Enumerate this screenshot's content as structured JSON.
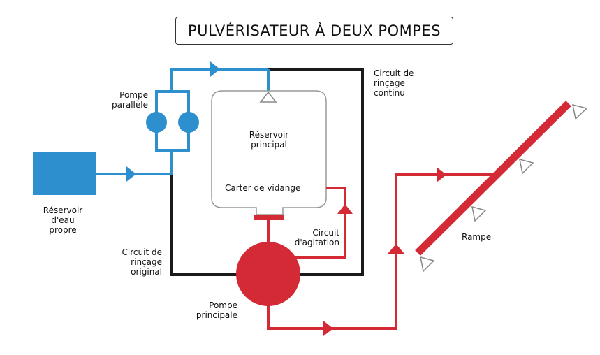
{
  "title": "PULVÉRISATEUR À DEUX POMPES",
  "colors": {
    "clean_water": "#2e8fcf",
    "spray": "#d42a35",
    "rinse": "#1a1a1a",
    "tank_outline": "#999999"
  },
  "labels": {
    "parallel_pump": "Pompe\nparallèle",
    "clean_water_tank": "Réservoir\nd'eau\npropre",
    "main_tank": "Réservoir\nprincipal",
    "sump": "Carter de vidange",
    "continuous_rinse": "Circuit de\nrinçage\ncontinu",
    "original_rinse": "Circuit de\nrinçage\noriginal",
    "agitation_circuit": "Circuit\nd'agitation",
    "main_pump": "Pompe\nprincipale",
    "boom": "Rampe"
  },
  "components": [
    {
      "id": "clean-water-tank",
      "type": "tank",
      "color": "clean_water"
    },
    {
      "id": "parallel-pump-1",
      "type": "pump",
      "color": "clean_water"
    },
    {
      "id": "parallel-pump-2",
      "type": "pump",
      "color": "clean_water"
    },
    {
      "id": "main-tank",
      "type": "tank",
      "color": "tank_outline"
    },
    {
      "id": "main-pump",
      "type": "pump",
      "color": "spray"
    },
    {
      "id": "boom",
      "type": "boom",
      "color": "spray",
      "nozzles": 4
    }
  ]
}
